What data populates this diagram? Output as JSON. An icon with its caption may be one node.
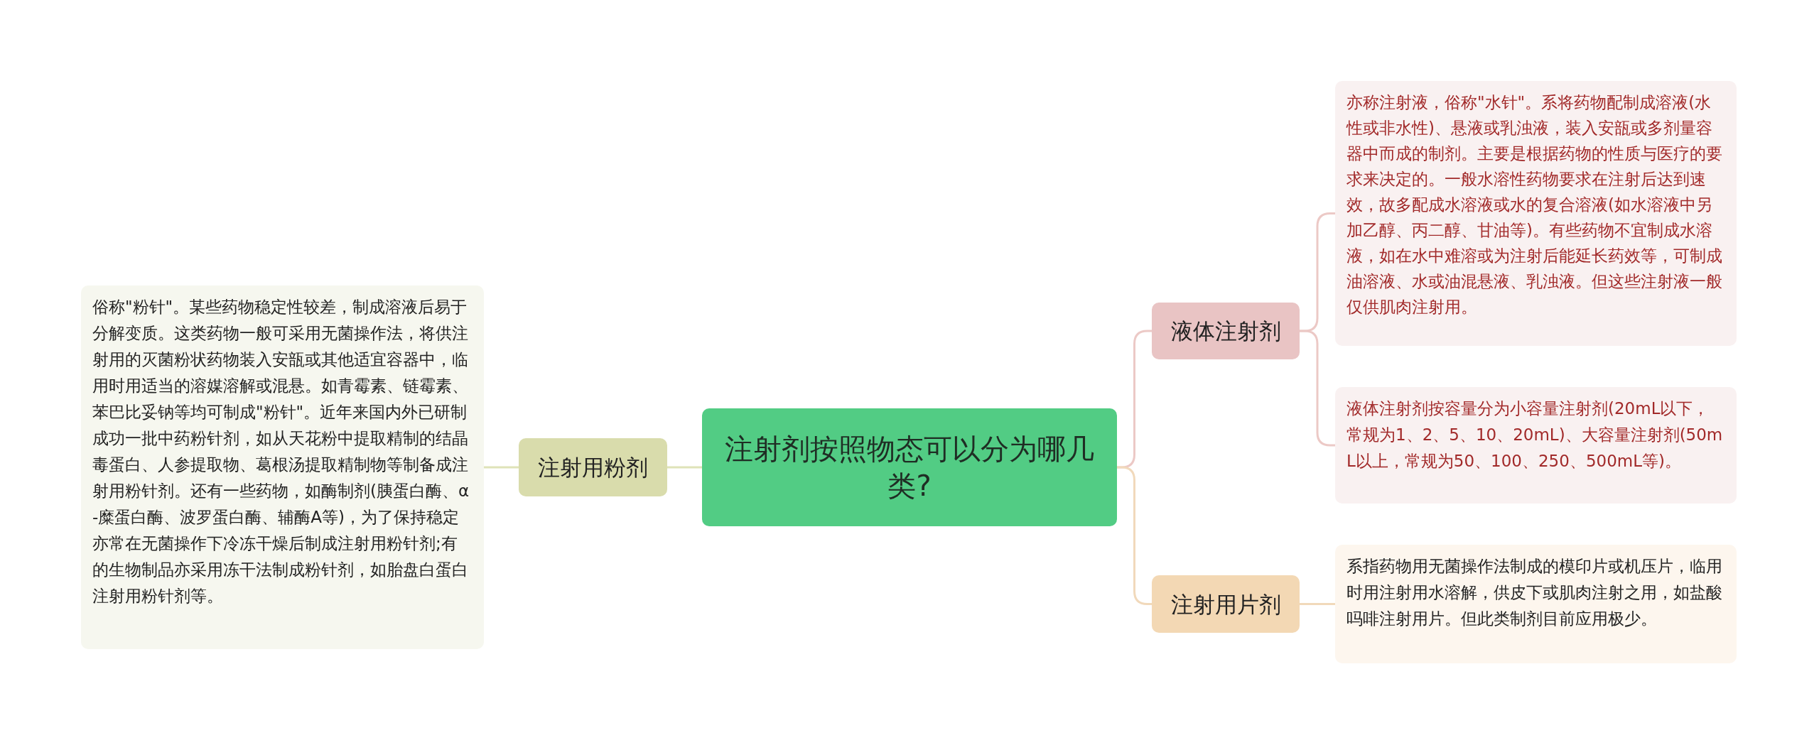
{
  "diagram": {
    "nodes": [
      {
        "text": [
          "注射剂按照物态可以分为哪几类?"
        ]
      },
      {
        "text": [
          "注射用粉剂"
        ]
      },
      {
        "text": [
          "俗称\"粉针\"。某些药物稳定性较差，制成溶液后易于分解变质。这类药物一般可采用无菌操作法，将供注射用的灭菌粉状药物装入安瓿或其他适宜容器中，临用时用适当的溶媒溶解或混悬。如青霉素、链霉素、苯巴比妥钠等均可制成\"粉针\"。近年来国内外已研制成功一批中药粉针剂，如从天花粉中提取精制的结晶毒蛋白、人参提取物、葛根汤提取精制物等制备成注射用粉针剂。还有一些药物，如酶制剂(胰蛋白酶、α-糜蛋白酶、波罗蛋白酶、辅酶A等)，为了保持稳定亦常在无菌操作下冷冻干燥后制成注射用粉针剂;有的生物制品亦采用冻干法制成粉针剂，如胎盘白蛋白注射用粉针剂等。"
        ]
      },
      {
        "text": [
          "液体注射剂"
        ]
      },
      {
        "text": [
          "亦称注射液，俗称\"水针\"。系将药物配制成溶液(水性或非水性)、悬液或乳浊液，装入安瓿或多剂量容器中而成的制剂。主要是根据药物的性质与医疗的要求来决定的。一般水溶性药物要求在注射后达到速效，故多配成水溶液或水的复合溶液(如水溶液中另加乙醇、丙二醇、甘油等)。有些药物不宜制成水溶液，如在水中难溶或为注射后能延长药效等，可制成油溶液、水或油混悬液、乳浊液。但这些注射液一般仅供肌肉注射用。"
        ]
      },
      {
        "text": [
          "液体注射剂按容量分为小容量注射剂(20mL以下，常规为1、2、5、10、20mL)、大容量注射剂(50mL以上，常规为50、100、250、500mL等)。"
        ]
      },
      {
        "text": [
          "注射用片剂"
        ]
      },
      {
        "text": [
          "系指药物用无菌操作法制成的模印片或机压片，临用时用注射用水溶解，供皮下或肌肉注射之用，如盐酸吗啡注射用片。但此类制剂目前应用极少。"
        ]
      }
    ],
    "edges": [
      {
        "from": 0,
        "to": 1,
        "arrow": "none",
        "color": "#dfe3b8"
      },
      {
        "from": 1,
        "to": 2,
        "arrow": "none",
        "color": "#dfe3b8"
      },
      {
        "from": 0,
        "to": 3,
        "arrow": "none",
        "color": "#ecc9c6"
      },
      {
        "from": 3,
        "to": 4,
        "arrow": "none",
        "color": "#ecc9c6"
      },
      {
        "from": 3,
        "to": 5,
        "arrow": "none",
        "color": "#ecc9c6"
      },
      {
        "from": 0,
        "to": 6,
        "arrow": "none",
        "color": "#f1d9bb"
      },
      {
        "from": 6,
        "to": 7,
        "arrow": "none",
        "color": "#f1d9bb"
      }
    ]
  }
}
